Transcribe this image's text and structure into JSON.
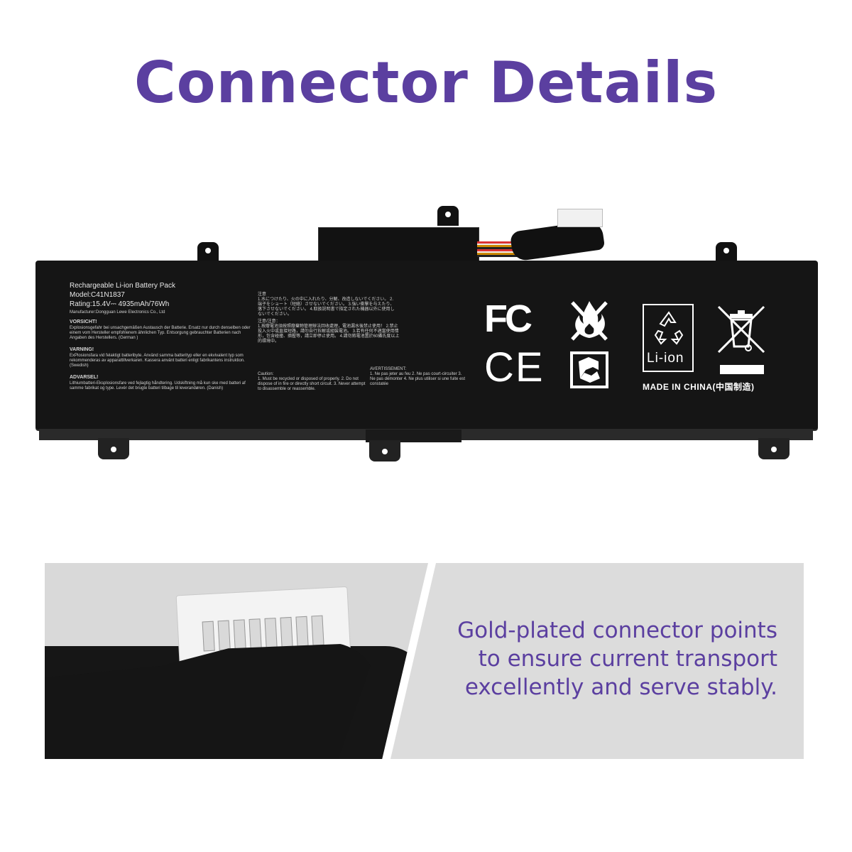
{
  "header": {
    "title": "Connector Details"
  },
  "battery": {
    "label_lines": [
      "Rechargeable Li-ion Battery Pack",
      "Model:C41N1837",
      "Rating:15.4V⎓ 4935mAh/76Wh",
      "Manufacturer:Dongguan Lewe Electronics Co., Ltd"
    ],
    "vorsicht_title": "VORSICHT!",
    "vorsicht_text": "Explosionsgefahr bei unsachgemäßen Austausch der Batterie. Ersatz nur durch denselben oder einem vom Hersteller empfohlenem ähnlichen Typ. Entsorgung gebrauchter Batterien nach Angaben des Herstellers. (German )",
    "varning_title": "VARNING!",
    "varning_text": "ExPlosionsfara vid felaktigt batteribyte. Använd samma batterityp eller en ekvivalent typ som rekommenderas av apparattillverkaren. Kassera använt batteri enligt fabrikantens instruktion. (Swedish)",
    "advarsel_title": "ADVARSEL!",
    "advarsel_text": "Lithiumbatteri-Eksplosionsfare ved fejlagtig håndtering. Udskiftning må kun ske med batteri af samme fabrikat og type. Levér det brugte batteri tilbage til leverandøren. (Danish)",
    "jp_title": "注意",
    "jp_text": "1.水につけたり、火の中に入れたり、分解、改造しないでください。 2.端子をショート（短絡）させないでください。 3.強い衝撃を与えたり、落下させないでください。 4.取扱説明書で指定された機器以外に使用しないでください。",
    "cn_title": "注意/注意：",
    "cn_text": "1.按廢電池須按照廢棄物管理辦法回收處理，電池漏水後禁止使用！ 2.禁止投入火中或直接短路，請勿自行拆解或組裝電池。 3.若有任何不適當使用情形，包含碰撞、擠壓等，請立即停止使用。 4.請勿將電池置於60攝氏度以上的環境中。",
    "caution_title": "Caution:",
    "caution_text": "1. Must be recycled or disposed of properly. 2. Do not dispose of in fire or directly short circuit. 3. Never attempt to disassemble or reassemble.",
    "avert_title": "AVERTISSEMENT:",
    "avert_text": "1. Ne pas jeter au feu 2. Ne pas court-circuiter 3. Ne pas démonter 4. Ne plus utiliser si une fuite est constatée",
    "fc_mark": "FC",
    "ce_mark": "CE",
    "liion_mark": "Li-ion",
    "made_in": "MADE IN CHINA(中国制造)"
  },
  "feature": {
    "lines": [
      "Gold-plated connector points",
      "to ensure current transport",
      "excellently and serve stably."
    ]
  },
  "colors": {
    "accent": "#5b3fa0",
    "battery": "#151515",
    "panel": "#dcdcdc"
  }
}
